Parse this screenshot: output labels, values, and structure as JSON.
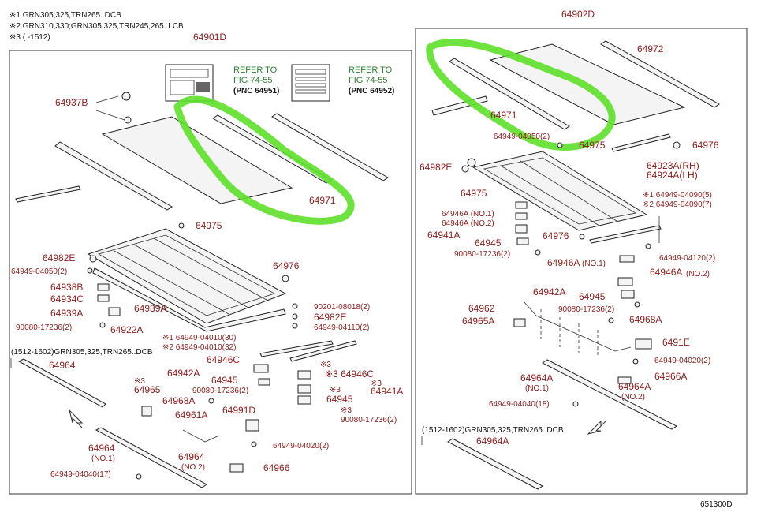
{
  "header_notes": [
    "※1 GRN305,325,TRN265..DCB",
    "※2 GRN310,330;GRN305,325,TRN245,265..LCB",
    "※3 (      -1512)"
  ],
  "left_panel": {
    "title": "64901D",
    "refer_1": {
      "line1": "REFER TO",
      "line2": "FIG 74-55",
      "pnc": "(PNC 64951)"
    },
    "refer_2": {
      "line1": "REFER TO",
      "line2": "FIG 74-55",
      "pnc": "(PNC 64952)"
    },
    "sub_note": "(1512-1602)GRN305,325,TRN265..DCB",
    "labels": {
      "p64937B": "64937B",
      "p64971": "64971",
      "p64975": "64975",
      "p64982E": "64982E",
      "p64949_04050": "64949-04050(2)",
      "p64976": "64976",
      "p64938B": "64938B",
      "p64934C": "64934C",
      "p64939A_a": "64939A",
      "p64939A_b": "64939A",
      "p90080": "90080-17236(2)",
      "p64922A": "64922A",
      "p64949_04010_30": "※1 64949-04010(30)",
      "p64949_04010_32": "※2 64949-04010(32)",
      "p90201": "90201-08018(2)",
      "p64982E_b": "64982E",
      "p64949_04110": "64949-04110(2)",
      "p64964": "64964",
      "p64946C_a": "64946C",
      "p64946C_b": "※3 64946C",
      "mark3_a": "※3",
      "p64942A": "64942A",
      "p64945_a": "64945",
      "p90080_b": "90080-17236(2)",
      "mark3_b": "※3",
      "p64941A": "64941A",
      "mark3_c": "※3",
      "p64945_b": "64945",
      "mark3_d": "※3",
      "p90080_c": "90080-17236(2)",
      "mark3_e": "※3",
      "p64965": "64965",
      "p64968A": "64968A",
      "p64961A": "64961A",
      "p64991D": "64991D",
      "p64964_1": "64964",
      "no1": "(NO.1)",
      "p64964_2": "64964",
      "no2": "(NO.2)",
      "p64949_04020": "64949-04020(2)",
      "p64966": "64966",
      "p64949_04040": "64949-04040(17)"
    }
  },
  "right_panel": {
    "title": "64902D",
    "sub_note": "(1512-1602)GRN305,325,TRN265..DCB",
    "labels": {
      "p64972": "64972",
      "p64971": "64971",
      "p64949_04050": "64949-04050(2)",
      "p64975_a": "64975",
      "p64976_a": "64976",
      "p64982E": "64982E",
      "p64975_b": "64975",
      "p64923A": "64923A(RH)",
      "p64924A": "64924A(LH)",
      "p64949_04090_5": "※1 64949-04090(5)",
      "p64949_04090_7": "※2 64949-04090(7)",
      "p64946A_1": "64946A (NO.1)",
      "p64946A_2": "64946A (NO.2)",
      "p64941A": "64941A",
      "p64945_a": "64945",
      "p64976_b": "64976",
      "p90080_a": "90080-17236(2)",
      "p64946A_3": "64946A",
      "no1_a": "(NO.1)",
      "p64949_04120": "64949-04120(2)",
      "p64946A_4": "64946A",
      "no2_a": "(NO.2)",
      "p64942A": "64942A",
      "p64945_b": "64945",
      "p64962": "64962",
      "p90080_b": "90080-17236(2)",
      "p64965A": "64965A",
      "p64968A": "64968A",
      "p6491E": "6491E",
      "p64949_04020": "64949-04020(2)",
      "p64964A_1": "64964A",
      "no1_b": "(NO.1)",
      "p64966A": "64966A",
      "p64964A_2": "64964A",
      "no2_b": "(NO.2)",
      "p64949_04040": "64949-04040(18)",
      "p64964A_3": "64964A"
    }
  },
  "footer_code": "651300D"
}
